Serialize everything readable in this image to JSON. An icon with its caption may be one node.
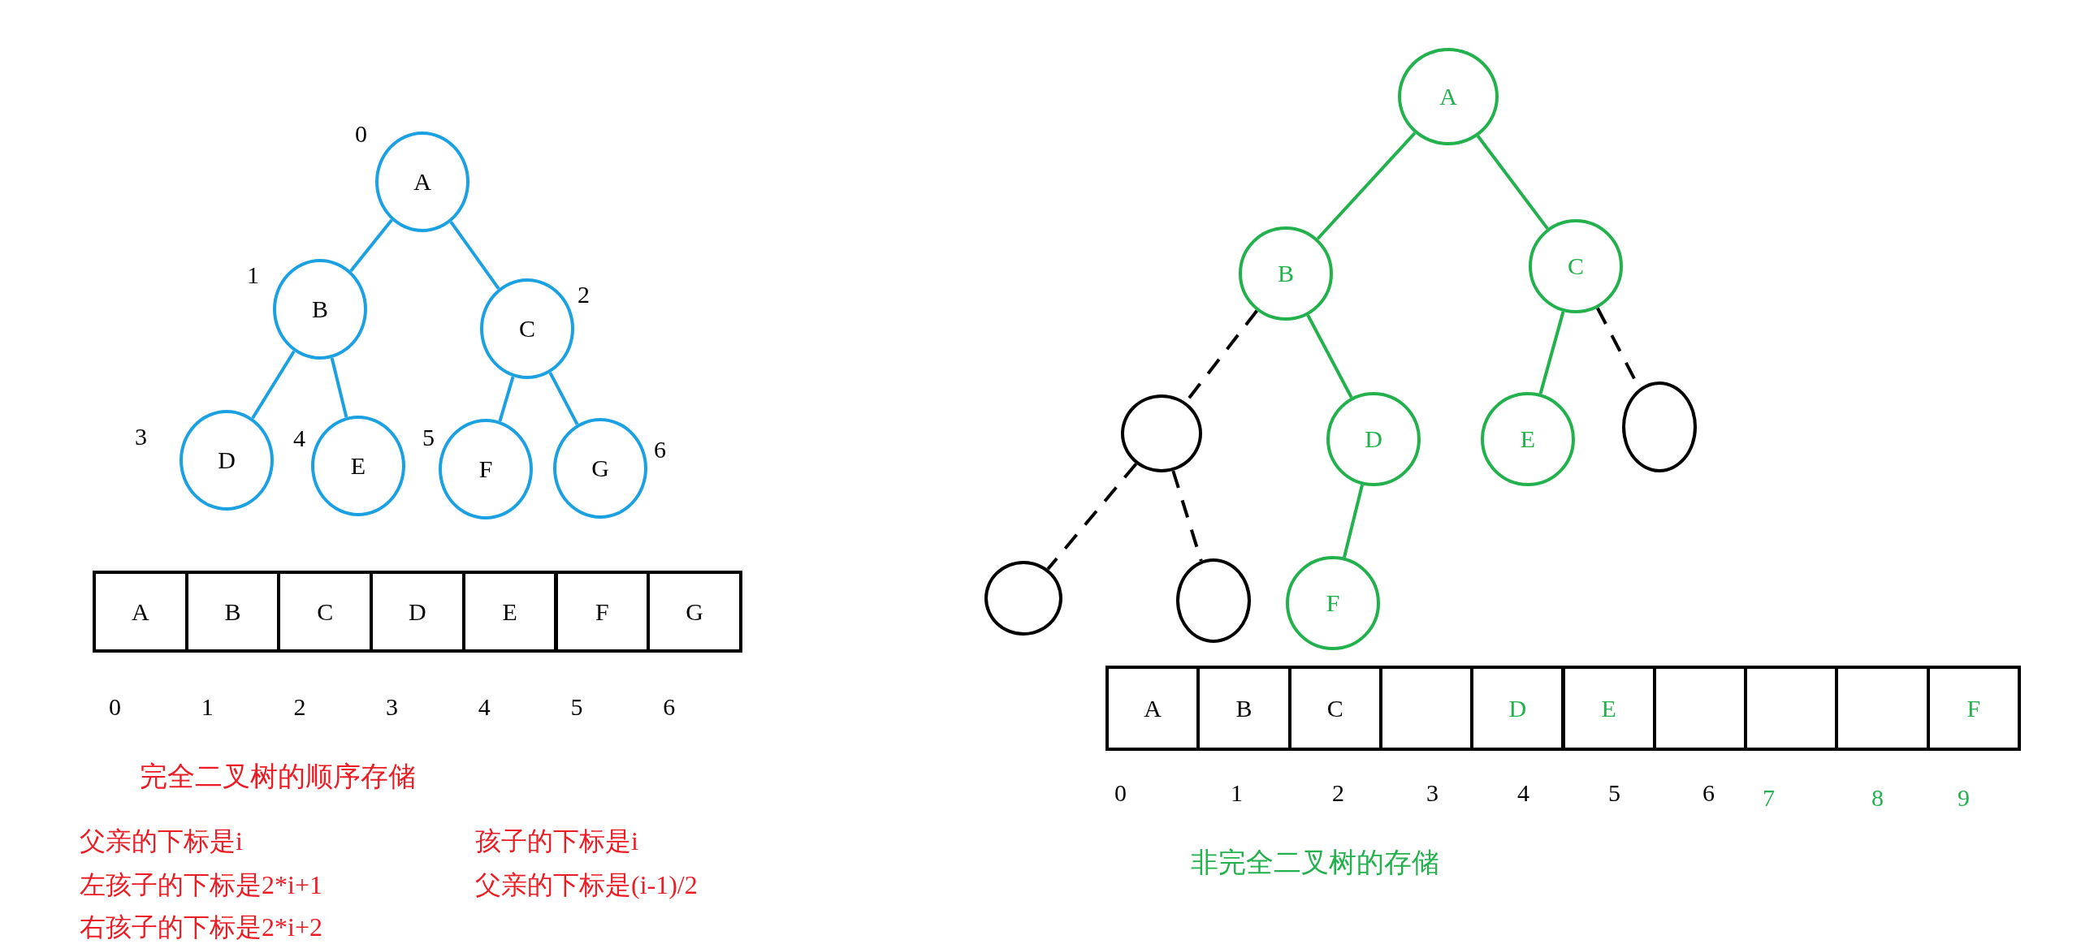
{
  "diagram": {
    "nodes": [
      {
        "text": [
          "A"
        ],
        "beside": [
          "0"
        ]
      },
      {
        "text": [
          "B"
        ],
        "beside": [
          "1"
        ]
      },
      {
        "text": [
          "C"
        ],
        "beside": [
          "2"
        ]
      },
      {
        "text": [
          "D"
        ],
        "beside": [
          "3"
        ]
      },
      {
        "text": [
          "E"
        ],
        "beside": [
          "4"
        ]
      },
      {
        "text": [
          "F"
        ],
        "beside": [
          "5"
        ]
      },
      {
        "text": [
          "G"
        ],
        "beside": [
          "6"
        ]
      },
      {
        "text": [
          "A"
        ]
      },
      {
        "text": [
          "B"
        ]
      },
      {
        "text": [
          "C"
        ]
      },
      {
        "text": [
          "D"
        ]
      },
      {
        "text": [
          "E"
        ]
      },
      {
        "text": [
          "F"
        ]
      },
      {
        "text": [
          "G"
        ]
      },
      {
        "text": [
          "A"
        ]
      },
      {
        "text": [
          "B"
        ]
      },
      {
        "text": [
          "C"
        ]
      },
      {
        "text": [],
        "shape": "circle"
      },
      {
        "text": [
          "D"
        ]
      },
      {
        "text": [
          "E"
        ]
      },
      {
        "text": [],
        "shape": "circle"
      },
      {
        "text": [],
        "shape": "circle"
      },
      {
        "text": [],
        "shape": "circle"
      },
      {
        "text": [
          "F"
        ]
      },
      {
        "text": [
          "A"
        ]
      },
      {
        "text": [
          "B"
        ]
      },
      {
        "text": [
          "C"
        ]
      },
      {
        "text": [],
        "shape": "box"
      },
      {
        "text": [
          "D"
        ]
      },
      {
        "text": [
          "E"
        ]
      },
      {
        "text": [],
        "shape": "box"
      },
      {
        "text": [],
        "shape": "box"
      },
      {
        "text": [],
        "shape": "box"
      },
      {
        "text": [
          "F"
        ]
      }
    ],
    "edges": [
      {
        "from": 0,
        "to": 1,
        "arrow": "none"
      },
      {
        "from": 0,
        "to": 2,
        "arrow": "none"
      },
      {
        "from": 1,
        "to": 3,
        "arrow": "none"
      },
      {
        "from": 1,
        "to": 4,
        "arrow": "none"
      },
      {
        "from": 2,
        "to": 5,
        "arrow": "none"
      },
      {
        "from": 2,
        "to": 6,
        "arrow": "none"
      },
      {
        "from": 14,
        "to": 15,
        "arrow": "none",
        "color": "#22b14c"
      },
      {
        "from": 14,
        "to": 16,
        "arrow": "none",
        "color": "#22b14c"
      },
      {
        "from": 15,
        "to": 17,
        "arrow": "none",
        "style": "dashed",
        "color": "#000000"
      },
      {
        "from": 15,
        "to": 18,
        "arrow": "none",
        "color": "#22b14c"
      },
      {
        "from": 16,
        "to": 19,
        "arrow": "none",
        "color": "#22b14c"
      },
      {
        "from": 16,
        "to": 20,
        "arrow": "none",
        "style": "dashed",
        "color": "#000000"
      },
      {
        "from": 17,
        "to": 21,
        "arrow": "none",
        "style": "dashed",
        "color": "#000000"
      },
      {
        "from": 17,
        "to": 22,
        "arrow": "none",
        "style": "dashed",
        "color": "#000000"
      },
      {
        "from": 18,
        "to": 23,
        "arrow": "none",
        "color": "#22b14c"
      }
    ],
    "labels": [
      "0",
      "1",
      "2",
      "3",
      "4",
      "5",
      "6",
      "完全二叉树的顺序存储",
      "父亲的下标是i",
      "孩子的下标是i",
      "左孩子的下标是2*i+1",
      "父亲的下标是(i-1)/2",
      "右孩子的下标是2*i+2",
      "0",
      "1",
      "2",
      "3",
      "4",
      "5",
      "6",
      "7",
      "8",
      "9",
      "非完全二叉树的存储"
    ]
  }
}
